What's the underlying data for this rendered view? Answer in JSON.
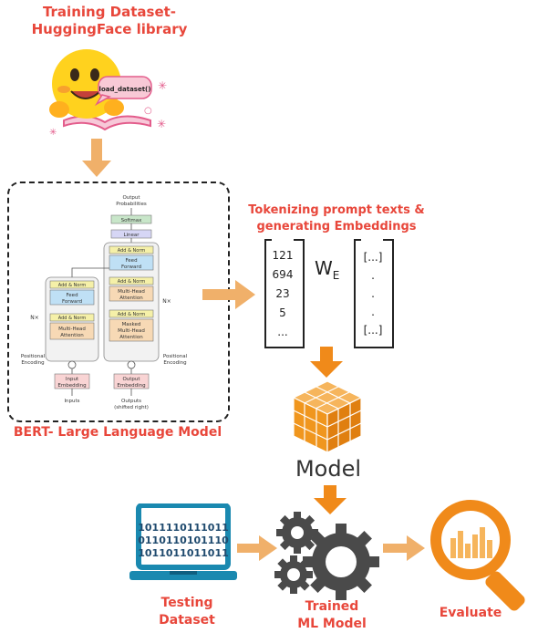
{
  "colors": {
    "accent_red": "#e8473b",
    "arrow_orange": "#f0b06a",
    "arrow_dark_orange": "#f08a1a",
    "model_orange": "#f0961e",
    "laptop_blue": "#1a89b0",
    "gear_dark": "#4a4a4a"
  },
  "top_label": {
    "line1": "Training Dataset-",
    "line2": "HuggingFace library"
  },
  "hf_mascot": {
    "icon": "hugging-face-emoji-icon",
    "bubble_text": "load_dataset()"
  },
  "bert": {
    "caption": "BERT- Large Language Model",
    "output_label_1": "Output",
    "output_label_2": "Probabilities",
    "softmax": "Softmax",
    "linear": "Linear",
    "add_norm": "Add & Norm",
    "feed_forward_1": "Feed",
    "feed_forward_2": "Forward",
    "mha_1": "Multi-Head",
    "mha_2": "Attention",
    "masked_1": "Masked",
    "masked_2": "Multi-Head",
    "masked_3": "Attention",
    "nx_left": "N×",
    "nx_right": "N×",
    "pos_enc_1": "Positional",
    "pos_enc_2": "Encoding",
    "input_emb_1": "Input",
    "input_emb_2": "Embedding",
    "output_emb_1": "Output",
    "output_emb_2": "Embedding",
    "inputs": "Inputs",
    "outputs_1": "Outputs",
    "outputs_2": "(shifted right)"
  },
  "tokenize": {
    "line1": "Tokenizing prompt texts &",
    "line2": "generating Embeddings",
    "token_ids": [
      "121",
      "694",
      "23",
      "5",
      "..."
    ],
    "weight_symbol": "W",
    "weight_subscript": "E",
    "embedding_entries": [
      "[...]",
      ".",
      ".",
      ".",
      "[...]"
    ]
  },
  "model": {
    "icon": "cube-grid-icon",
    "label": "Model"
  },
  "testing": {
    "icon": "laptop-binary-icon",
    "binary_lines": [
      "1011110111011",
      "0110110101110",
      "1011011011011"
    ],
    "label_line1": "Testing",
    "label_line2": "Dataset"
  },
  "trained": {
    "icon": "gears-icon",
    "label_line1": "Trained",
    "label_line2": "ML Model"
  },
  "evaluate": {
    "icon": "magnifier-chart-icon",
    "label": "Evaluate"
  }
}
